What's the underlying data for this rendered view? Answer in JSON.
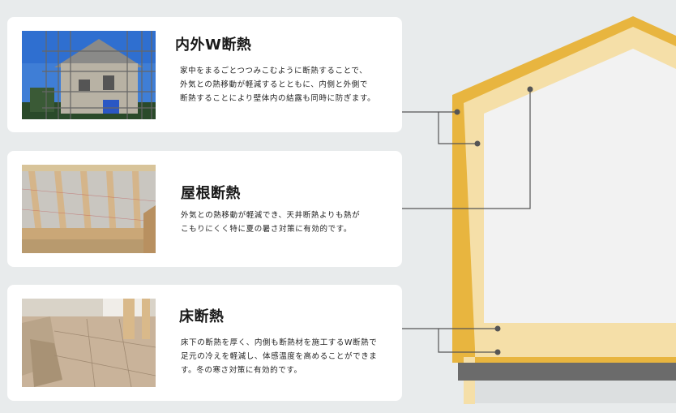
{
  "sections": [
    {
      "title": "内外W断熱",
      "desc": "家中をまるごとつつみこむように断熱することで、\n外気との熱移動が軽減するとともに、内側と外側で\n断熱することにより壁体内の結露も同時に防ぎます。",
      "photo": "scaffolding-house-photo"
    },
    {
      "title": "屋根断熱",
      "desc": "外気との熱移動が軽減でき、天井断熱よりも熱が\nこもりにくく特に夏の暑さ対策に有効的です。",
      "photo": "roof-insulation-photo"
    },
    {
      "title": "床断熱",
      "desc": "床下の断熱を厚く、内側も断熱材を施工するW断熱で\n足元の冷えを軽減し、体感温度を高めることができま\nす。冬の寒さ対策に有効的です。",
      "photo": "floor-insulation-photo"
    }
  ],
  "colors": {
    "background": "#e8ebec",
    "outer_insulation": "#e8b53f",
    "inner_insulation": "#f5dfa8",
    "interior": "#f2f2f2",
    "foundation": "#6b6b6b",
    "connector": "#555555"
  }
}
